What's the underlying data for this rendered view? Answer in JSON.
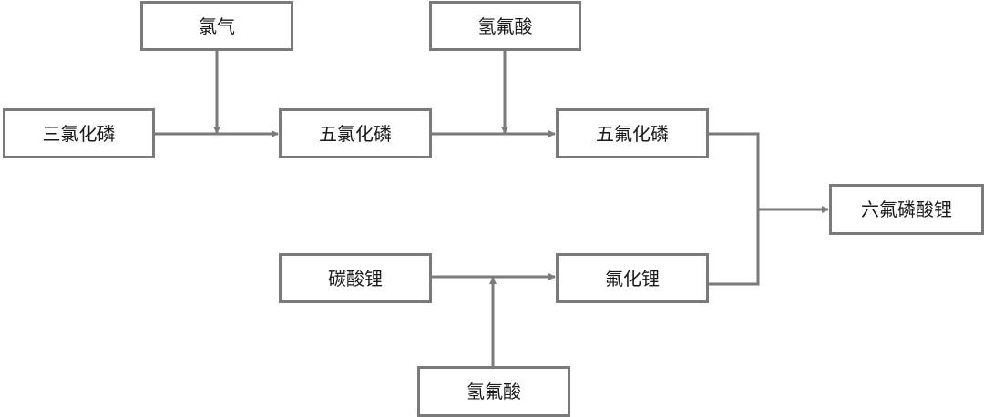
{
  "nodes": {
    "chlorine": "氯气",
    "hf_top": "氢氟酸",
    "pcl3": "三氯化磷",
    "pcl5": "五氯化磷",
    "pf5": "五氟化磷",
    "lipf6": "六氟磷酸锂",
    "li2co3": "碳酸锂",
    "lif": "氟化锂",
    "hf_bottom": "氢氟酸"
  },
  "colors": {
    "line": "#7a7a7a",
    "box_border": "#7a7a7a",
    "text": "#1a1a1a"
  }
}
